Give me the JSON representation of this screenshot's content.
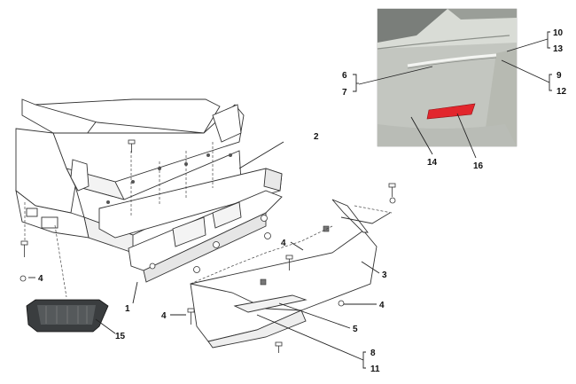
{
  "callouts": {
    "c1": "1",
    "c2": "2",
    "c3": "3",
    "c4a": "4",
    "c4b": "4",
    "c4c": "4",
    "c4d": "4",
    "c5": "5",
    "c6": "6",
    "c7": "7",
    "c8": "8",
    "c9": "9",
    "c10": "10",
    "c11": "11",
    "c12": "12",
    "c13": "13",
    "c14": "14",
    "c15": "15",
    "c16": "16"
  },
  "colors": {
    "photo_bg": "#c9ccc6",
    "reflector": "#e2262d",
    "line": "#222222"
  }
}
